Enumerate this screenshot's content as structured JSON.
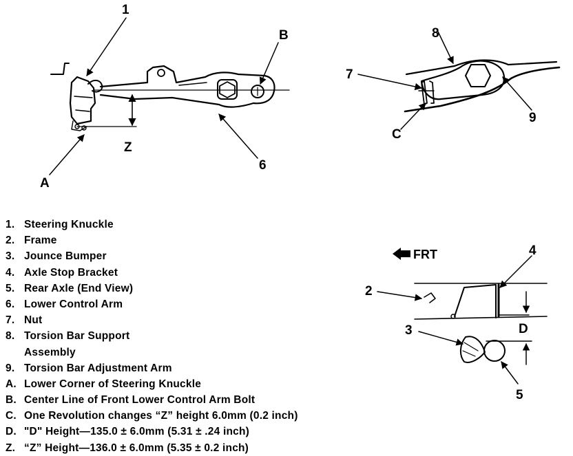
{
  "diagram": {
    "callouts": {
      "c1": "1",
      "cB": "B",
      "cZ": "Z",
      "cA": "A",
      "c6": "6",
      "c8": "8",
      "c7": "7",
      "cC": "C",
      "c9": "9",
      "frt": "FRT",
      "c4": "4",
      "c2": "2",
      "c3": "3",
      "cD": "D",
      "c5": "5"
    }
  },
  "legend": [
    {
      "key": "1.",
      "text": "Steering Knuckle"
    },
    {
      "key": "2.",
      "text": "Frame"
    },
    {
      "key": "3.",
      "text": "Jounce Bumper"
    },
    {
      "key": "4.",
      "text": "Axle Stop Bracket"
    },
    {
      "key": "5.",
      "text": "Rear Axle (End View)"
    },
    {
      "key": "6.",
      "text": "Lower Control Arm"
    },
    {
      "key": "7.",
      "text": "Nut"
    },
    {
      "key": "8.",
      "text": "Torsion Bar Support"
    },
    {
      "key": "",
      "text": "Assembly"
    },
    {
      "key": "9.",
      "text": "Torsion Bar Adjustment Arm"
    },
    {
      "key": "A.",
      "text": "Lower Corner of Steering Knuckle"
    },
    {
      "key": "B.",
      "text": "Center Line of Front Lower Control Arm Bolt"
    },
    {
      "key": "C.",
      "text": "One Revolution changes “Z” height 6.0mm (0.2 inch)"
    },
    {
      "key": "D.",
      "text": "\"D\" Height—135.0  ±  6.0mm (5.31  ±  .24 inch)"
    },
    {
      "key": "Z.",
      "text": "“Z” Height—136.0  ±  6.0mm (5.35 ± 0.2 inch)"
    }
  ]
}
